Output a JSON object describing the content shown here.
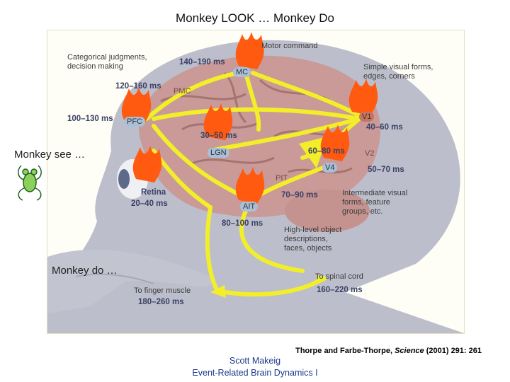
{
  "slide": {
    "title": "Monkey LOOK … Monkey Do",
    "see_label": "Monkey see …",
    "do_label": "Monkey do …",
    "citation_prefix": "Thorpe and Farbe-Thorpe, ",
    "citation_journal": "Science",
    "citation_suffix": " (2001) 291: 261",
    "author": "Scott Makeig",
    "course": "Event-Related Brain Dynamics I"
  },
  "diagram": {
    "annotations": {
      "categorical": "Categorical judgments,\ndecision making",
      "motor": "Motor command",
      "simple_visual": "Simple visual forms,\nedges, corners",
      "intermediate": "Intermediate visual\nforms, feature\ngroups, etc.",
      "high_level": "High-level object\ndescriptions,\nfaces, objects",
      "spinal": "To spinal cord",
      "finger": "To finger muscle"
    },
    "timings": {
      "mc": "140–190 ms",
      "pmc": "120–160 ms",
      "pfc": "100–130 ms",
      "v1": "40–60 ms",
      "lgn": "30–50 ms",
      "v4_top": "60–80 ms",
      "v2": "50–70 ms",
      "v4": "70–90 ms",
      "retina": "20–40 ms",
      "ait": "80–100 ms",
      "spinal": "160–220 ms",
      "finger": "180–260 ms"
    },
    "nodes": {
      "mc": "MC",
      "pmc": "PMC",
      "pfc": "PFC",
      "v1": "V1",
      "lgn": "LGN",
      "v2": "V2",
      "v4": "V4",
      "pit": "PIT",
      "ait": "AIT",
      "retina": "Retina"
    }
  },
  "colors": {
    "arrow": "#f2ee2a",
    "flame": "#ff5a10",
    "brain": "#c89a96",
    "head": "#b8bac6",
    "label": "#3a3f66"
  }
}
